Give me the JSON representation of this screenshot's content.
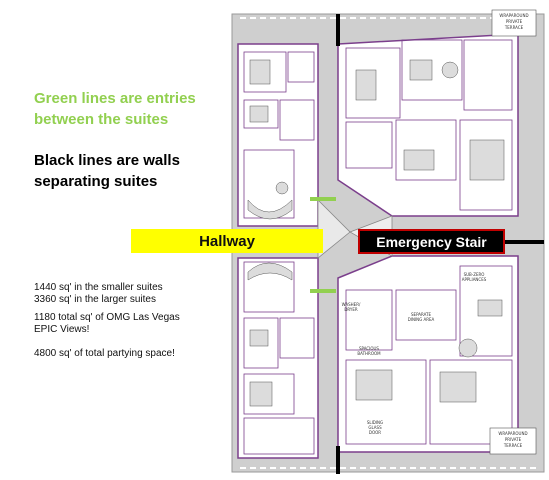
{
  "notes": {
    "green_line_1": "Green lines are entries",
    "green_line_2": "between the suites",
    "black_line_1": "Black lines are walls",
    "black_line_2": "separating suites"
  },
  "labels": {
    "hallway": "Hallway",
    "emergency_stair": "Emergency Stair"
  },
  "stats": {
    "line1": "1440 sq' in the smaller suites",
    "line2": "3360 sq' in the larger suites",
    "line3": "1180 total sq' of OMG Las Vegas",
    "line4": "EPIC Views!",
    "line5": "4800 sq' of total partying space!"
  },
  "plan_tags": {
    "terrace_top_1": "WRAPAROUND",
    "terrace_top_2": "PRIVATE",
    "terrace_top_3": "TERRACE",
    "terrace_bottom_1": "WRAPAROUND",
    "terrace_bottom_2": "PRIVATE",
    "terrace_bottom_3": "TERRACE",
    "subzero": "SUB-ZERO APPLIANCES",
    "separate_dining": "SEPARATE DINING AREA",
    "spacious_bath": "SPACIOUS BATHROOM",
    "washer_dryer": "WASHER/ DRYER",
    "sliding_glass": "SLIDING GLASS DOOR"
  },
  "colors": {
    "green_note": "#92d050",
    "hallway_fill": "#ffff00",
    "stair_fill": "#000000",
    "stair_border": "#c00000",
    "suite_outline": "#7b3f8c",
    "entry_line": "#92d050",
    "separator_wall": "#000000"
  }
}
